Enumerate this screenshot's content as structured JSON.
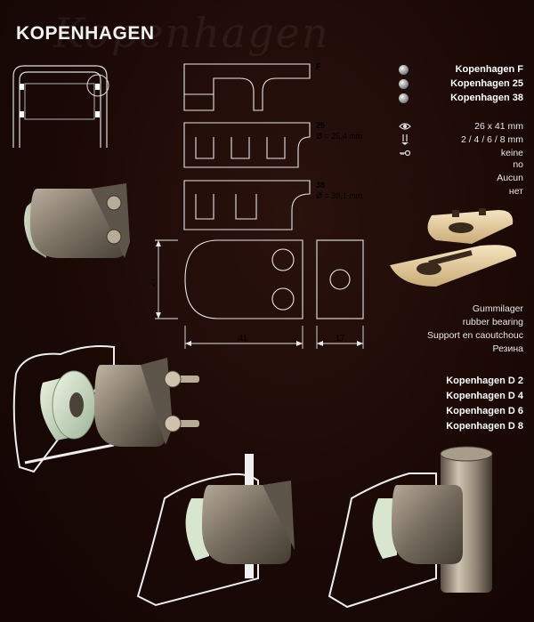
{
  "header": {
    "title": "KOPENHAGEN",
    "watermark": "Kopenhagen"
  },
  "variants": [
    {
      "label": "Kopenhagen  F"
    },
    {
      "label": "Kopenhagen 25"
    },
    {
      "label": "Kopenhagen 38"
    }
  ],
  "specs": {
    "size": "26 x 41 mm",
    "thickness": "2 / 4 / 6 / 8 mm",
    "lock_lines": [
      "keine",
      "no",
      "Aucun",
      "нет"
    ]
  },
  "drawing": {
    "f_label": "F",
    "v25_label": "25",
    "v25_dia": "Ø = 25,4 mm",
    "v38_label": "38",
    "v38_dia": "Ø = 38,1 mm",
    "dim_height": "27",
    "dim_width": "41",
    "dim_depth": "17"
  },
  "rubber": {
    "lines": [
      "Gummilager",
      "rubber bearing",
      "Support en caoutchouc",
      "Резина"
    ]
  },
  "models": [
    "Kopenhagen D 2",
    "Kopenhagen D 4",
    "Kopenhagen D 6",
    "Kopenhagen D 8"
  ],
  "colors": {
    "background": "#1b0906",
    "clamp_metal": "#8a7e70",
    "glass": "#cfe0c8",
    "rubber": "#e9d3a8"
  }
}
